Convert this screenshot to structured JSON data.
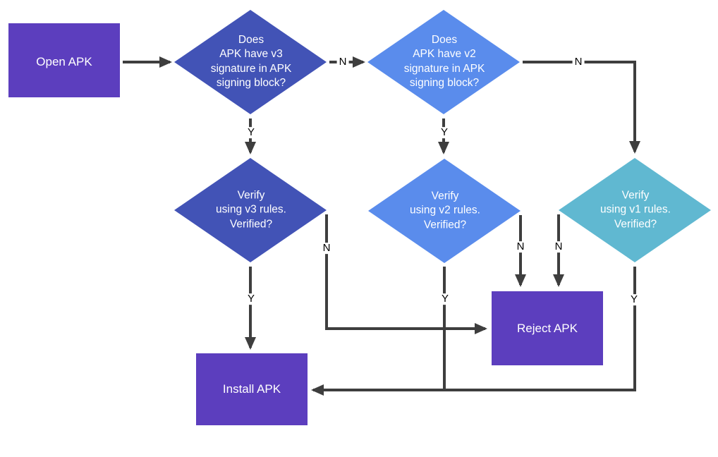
{
  "colors": {
    "process_fill": "#5C3EBE",
    "decision_v3_fill": "#4253B6",
    "decision_v2_fill": "#5A8CEC",
    "decision_v1_fill": "#60B8D1",
    "arrow": "#3E3E3E",
    "node_text": "#FFFFFF",
    "edge_label_text": "#000000",
    "background": "#FFFFFF"
  },
  "nodes": {
    "open_apk": {
      "label": "Open APK"
    },
    "v3_question": {
      "label": "Does\nAPK have v3\nsignature in APK\nsigning block?"
    },
    "v2_question": {
      "label": "Does\nAPK have v2\nsignature in APK\nsigning block?"
    },
    "verify_v3": {
      "label": "Verify\nusing v3 rules.\nVerified?"
    },
    "verify_v2": {
      "label": "Verify\nusing v2 rules.\nVerified?"
    },
    "verify_v1": {
      "label": "Verify\nusing v1 rules.\nVerified?"
    },
    "reject_apk": {
      "label": "Reject APK"
    },
    "install_apk": {
      "label": "Install APK"
    }
  },
  "edge_labels": {
    "v3q_no": "N",
    "v2q_no": "N",
    "v3q_yes": "Y",
    "v2q_yes": "Y",
    "verify_v3_no": "N",
    "verify_v2_no": "N",
    "verify_v1_no": "N",
    "verify_v3_yes": "Y",
    "verify_v2_yes": "Y",
    "verify_v1_yes": "Y"
  }
}
